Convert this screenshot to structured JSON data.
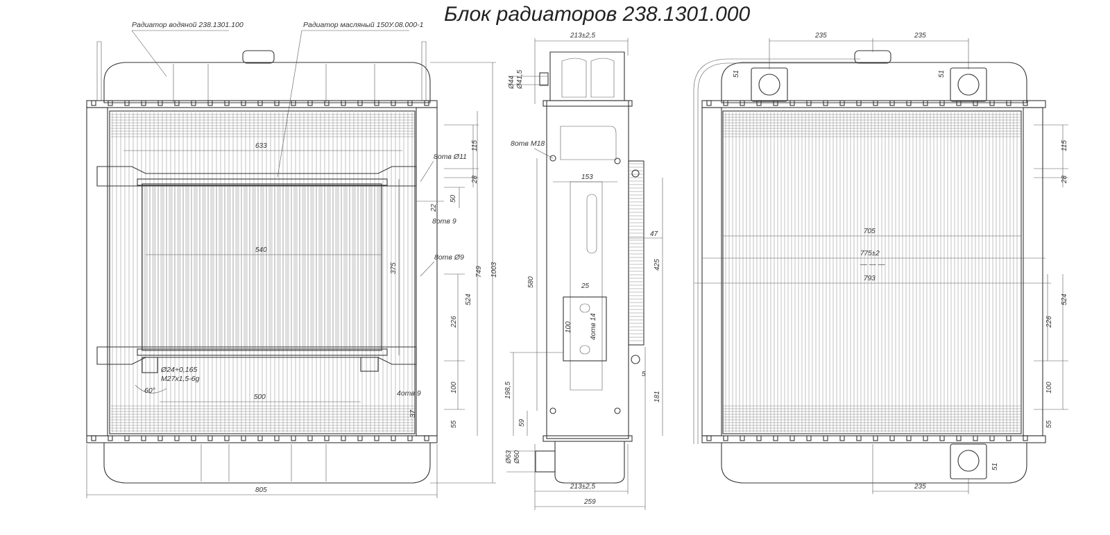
{
  "title": "Блок радиаторов 238.1301.000",
  "callouts": {
    "water_radiator": "Радиатор водяной 238.1301.100",
    "oil_radiator": "Радиатор масляный 150У.08.000-1"
  },
  "front_view": {
    "dims": {
      "d633": "633",
      "d540": "540",
      "d500": "500",
      "d805": "805",
      "d115": "115",
      "d28": "28",
      "d50": "50",
      "d22": "22",
      "d375": "375",
      "d749": "749",
      "d1003": "1003",
      "d524": "524",
      "d226": "226",
      "d100": "100",
      "d55": "55",
      "d37": "37"
    },
    "notes": {
      "holes11": "8отв Ø11",
      "holes9a": "8отв 9",
      "holes9b": "8отв Ø9",
      "holes9c": "4отв 9",
      "fitting1": "Ø24+0,165",
      "fitting2": "М27х1,5-6g",
      "angle": "60°"
    }
  },
  "side_view": {
    "dims": {
      "d213top": "213±2,5",
      "d44": "Ø44",
      "d415": "Ø41,5",
      "m18": "8отв М18",
      "d153": "153",
      "d47": "47",
      "d425": "425",
      "d580": "580",
      "d25": "25",
      "d100": "100",
      "holes14": "4отв 14",
      "d1985": "198,5",
      "d59": "59",
      "d5": "5",
      "d181": "181",
      "d63": "Ø63",
      "d60": "Ø60",
      "d213bot": "213±2,5",
      "d259": "259"
    }
  },
  "rear_view": {
    "dims": {
      "d235a": "235",
      "d235b": "235",
      "d51a": "51",
      "d51b": "51",
      "d705": "705",
      "d775": "775±2",
      "d793": "793",
      "d115": "115",
      "d28": "28",
      "d524": "524",
      "d226": "226",
      "d100": "100",
      "d55": "55",
      "d51c": "51",
      "d235c": "235"
    }
  }
}
